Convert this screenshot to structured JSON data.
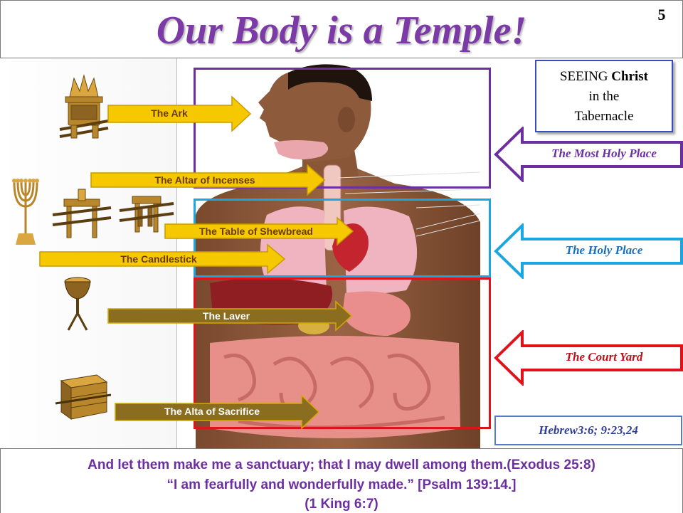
{
  "slide": {
    "title": "Our Body is a Temple!",
    "number": "5"
  },
  "callouts": {
    "seeing_prefix": "SEEING",
    "seeing_bold": "Christ",
    "seeing_line2": "in the",
    "seeing_line3": "Tabernacle",
    "most_holy": "The Most Holy Place",
    "holy": "The Holy Place",
    "court": "The Court Yard",
    "reference": "Hebrew3:6; 9:23,24"
  },
  "furniture_labels": {
    "ark": "The Ark",
    "altar_incense": "The Altar of Incenses",
    "table": "The  Table of Shewbread",
    "candlestick": "The Candlestick",
    "laver": "The Laver",
    "altar_sacrifice": "The Alta of Sacrifice"
  },
  "footer": {
    "line1": "And let them make me a sanctuary; that I may dwell among them.(Exodus 25:8)",
    "line2": "“I am fearfully and wonderfully made.”  [Psalm 139:14.]",
    "line3": "(1 King 6:7)"
  },
  "colors": {
    "title": "#7b3aa6",
    "most_holy": "#6c2fa0",
    "holy": "#1aa6e0",
    "court": "#e0131b",
    "gold_arrow": "#f5c800",
    "brown_arrow": "#8a6d1e"
  },
  "icons": [
    "ark-icon",
    "menorah-icon",
    "incense-altar-icon",
    "shewbread-table-icon",
    "laver-icon",
    "sacrifice-altar-icon"
  ]
}
